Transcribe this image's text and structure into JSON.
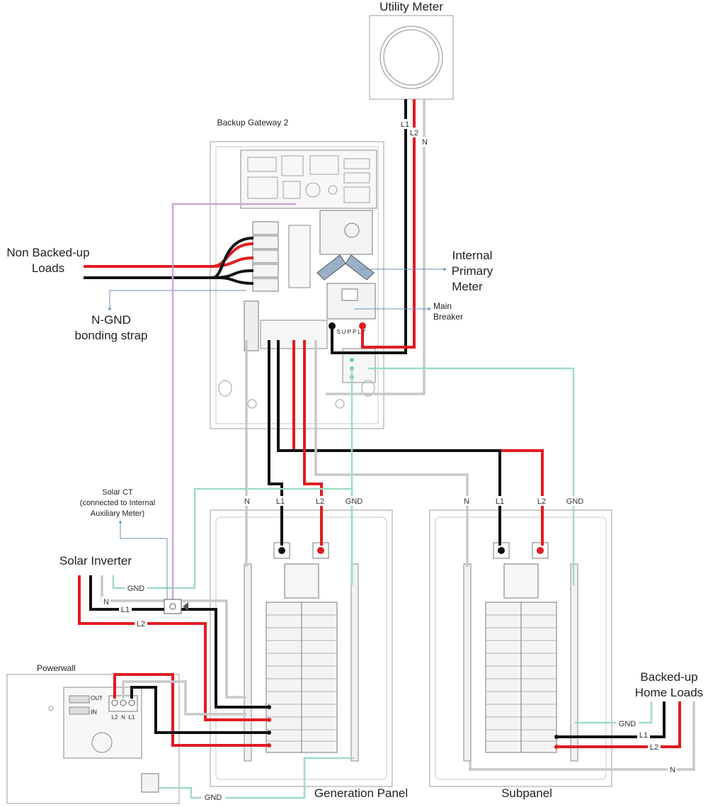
{
  "labels": {
    "utility_meter": "Utility Meter",
    "backup_gateway": "Backup Gateway 2",
    "non_backed_up_loads_1": "Non Backed-up",
    "non_backed_up_loads_2": "Loads",
    "internal_primary_meter_1": "Internal",
    "internal_primary_meter_2": "Primary",
    "internal_primary_meter_3": "Meter",
    "main_breaker_1": "Main",
    "main_breaker_2": "Breaker",
    "ngnd_strap_1": "N-GND",
    "ngnd_strap_2": "bonding strap",
    "solar_ct_1": "Solar CT",
    "solar_ct_2": "(connected to Internal",
    "solar_ct_3": "Auxiliary Meter)",
    "solar_inverter": "Solar Inverter",
    "powerwall": "Powerwall",
    "generation_panel": "Generation Panel",
    "subpanel": "Subpanel",
    "backed_up_home_loads_1": "Backed-up",
    "backed_up_home_loads_2": "Home Loads",
    "supply": "SUPPLY",
    "pw_out": "OUT",
    "pw_in": "IN",
    "pw_term_l2": "L2",
    "pw_term_n": "N",
    "pw_term_l1": "L1"
  },
  "wire_labels": {
    "L1": "L1",
    "L2": "L2",
    "N": "N",
    "GND": "GND"
  },
  "colors": {
    "hot_l1": "#111111",
    "hot_l2": "#e21b22",
    "neutral": "#c8c8c8",
    "ground": "#9fdcc3",
    "ct_lead": "#c9a8d6",
    "outline": "#bdbdbd"
  }
}
